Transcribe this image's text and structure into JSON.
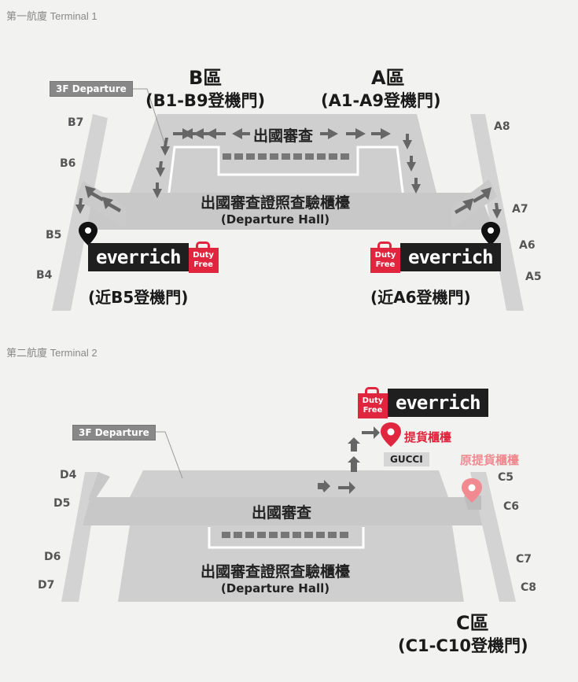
{
  "terminal1": {
    "caption": "第一航廈 Terminal 1",
    "zone_b": {
      "title": "B區",
      "range": "(B1-B9登機門)"
    },
    "zone_a": {
      "title": "A區",
      "range": "(A1-A9登機門)"
    },
    "departure_tag": "3F Departure",
    "passport_control": "出國審查",
    "hall_name": "出國審查證照查驗櫃檯",
    "hall_name_en": "(Departure Hall)",
    "gates_left": [
      "B7",
      "B6",
      "B5",
      "B4"
    ],
    "gates_right": [
      "A8",
      "A7",
      "A6",
      "A5"
    ],
    "store_left": {
      "brand": "everrich",
      "badge": "Duty Free",
      "location": "(近B5登機門)"
    },
    "store_right": {
      "brand": "everrich",
      "badge": "Duty Free",
      "location": "(近A6登機門)"
    }
  },
  "terminal2": {
    "caption": "第二航廈 Terminal 2",
    "zone_c": {
      "title": "C區",
      "range": "(C1-C10登機門)"
    },
    "departure_tag": "3F Departure",
    "passport_control": "出國審查",
    "hall_name": "出國審查證照查驗櫃檯",
    "hall_name_en": "(Departure Hall)",
    "gates_left": [
      "D4",
      "D5",
      "D6",
      "D7"
    ],
    "gates_right": [
      "C5",
      "C6",
      "C7",
      "C8"
    ],
    "store": {
      "brand": "everrich",
      "badge": "Duty Free"
    },
    "pickup_counter": "提貨櫃檯",
    "old_pickup_counter": "原提貨櫃檯",
    "shop_label": "GUCCI"
  },
  "colors": {
    "brand_red": "#e0263e",
    "old_pickup_pink": "#f08a90",
    "floor_gray": "#c9c9c9",
    "wall_gray": "#d9d9d9"
  },
  "icons": {
    "store_pin": "map-pin-icon",
    "pickup_pin": "map-pin-icon",
    "bag": "shopping-bag-icon"
  }
}
